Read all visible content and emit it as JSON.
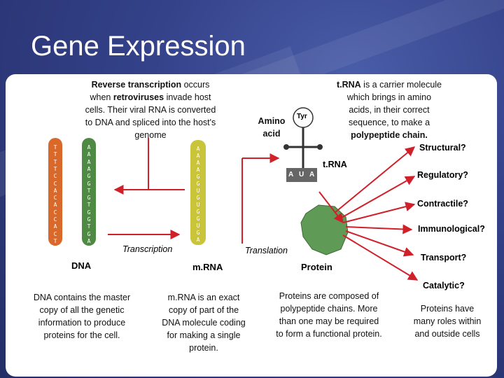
{
  "title": "Gene Expression",
  "rt_text": {
    "l1a": "Reverse transcription",
    "l1b": " occurs",
    "l2a": "when ",
    "l2b": "retroviruses",
    "l2c": " invade host",
    "l3": "cells. Their viral RNA is converted",
    "l4": "to DNA and spliced into the host's",
    "l5": "genome"
  },
  "trna_text": {
    "l1a": "t.RNA",
    "l1b": " is a carrier molecule",
    "l2": "which brings in amino",
    "l3": "acids, in their correct",
    "l4": "sequence, to make a",
    "l5": "polypeptide chain."
  },
  "amino_acid": {
    "l1": "Amino",
    "l2": "acid"
  },
  "tyr_label": "Tyr",
  "trna_label": "t.RNA",
  "anticodon": [
    "A",
    "U",
    "A"
  ],
  "dna_left_strand": [
    "T",
    "T",
    "T",
    "T",
    "C",
    "C",
    "A",
    "C",
    "A",
    "C",
    "C",
    "A",
    "C",
    "T"
  ],
  "dna_right_strand": [
    "A",
    "A",
    "A",
    "A",
    "G",
    "G",
    "T",
    "G",
    "T",
    "G",
    "G",
    "T",
    "G",
    "A"
  ],
  "mrna_strand": [
    "A",
    "A",
    "A",
    "A",
    "G",
    "G",
    "U",
    "G",
    "U",
    "G",
    "G",
    "U",
    "G",
    "A"
  ],
  "process_labels": {
    "transcription": "Transcription",
    "translation": "Translation"
  },
  "molecule_labels": {
    "dna": "DNA",
    "mrna": "m.RNA",
    "protein": "Protein"
  },
  "roles": [
    "Structural?",
    "Regulatory?",
    "Contractile?",
    "Immunological?",
    "Transport?",
    "Catalytic?"
  ],
  "dna_desc": [
    "DNA contains the master",
    "copy of all the genetic",
    "information to produce",
    "proteins for the cell."
  ],
  "mrna_desc": [
    "m.RNA is an exact",
    "copy of part of the",
    "DNA molecule coding",
    "for making a single",
    "protein."
  ],
  "protein_desc": [
    "Proteins are composed of",
    "polypeptide chains. More",
    "than one may be required",
    "to form a functional protein."
  ],
  "roles_desc": [
    "Proteins have",
    "many roles within",
    "and outside cells"
  ],
  "colors": {
    "dna_orange": "#d9692a",
    "dna_green": "#4f8a45",
    "mrna_yellow": "#c9c43a",
    "protein_green": "#5f9a56",
    "arrow_red": "#d0202a"
  }
}
